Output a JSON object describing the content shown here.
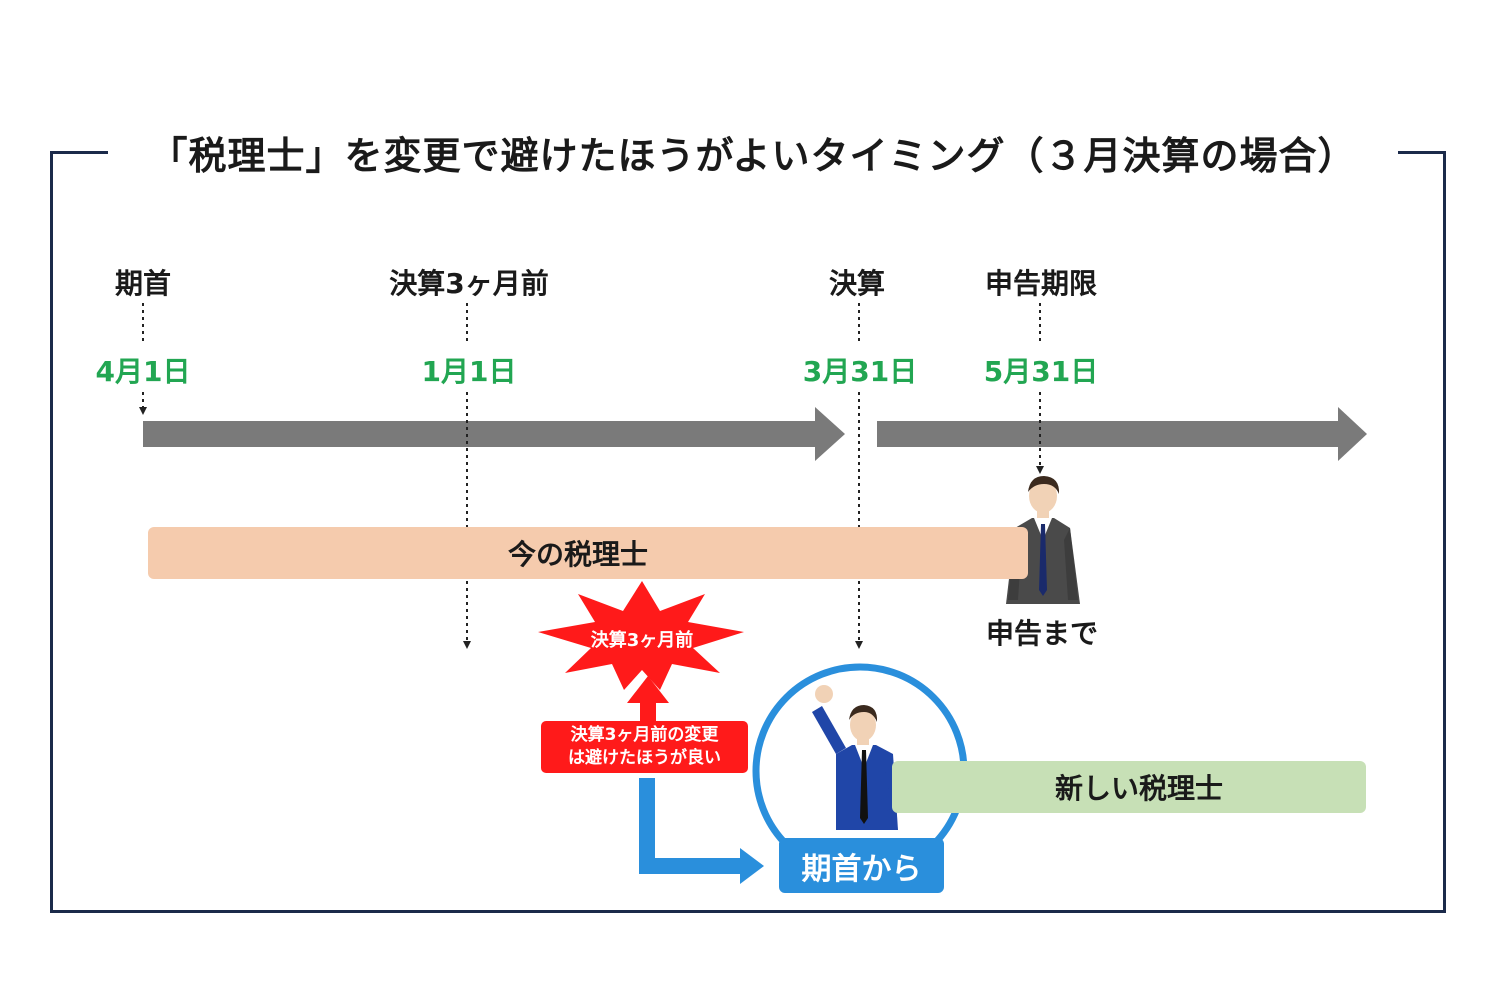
{
  "title": "「税理士」を変更で避けたほうがよいタイミング（３月決算の場合）",
  "milestones": [
    {
      "label": "期首",
      "date": "4月1日"
    },
    {
      "label": "決算3ヶ月前",
      "date": "1月1日"
    },
    {
      "label": "決算",
      "date": "3月31日"
    },
    {
      "label": "申告期限",
      "date": "5月31日"
    }
  ],
  "bars": {
    "current": "今の税理士",
    "new": "新しい税理士"
  },
  "burst_label": "決算3ヶ月前",
  "note": {
    "line1": "決算3ヶ月前の変更",
    "line2": "は避けたほうが良い"
  },
  "person_caption": "申告まで",
  "badge": "期首から",
  "colors": {
    "frame": "#1b2a4a",
    "date_green": "#22a652",
    "timeline_gray": "#7a7a7a",
    "current_bar": "#f5cbad",
    "new_bar": "#c7e0b6",
    "alert_red": "#ff1a1a",
    "accent_blue": "#2a8fdc"
  }
}
